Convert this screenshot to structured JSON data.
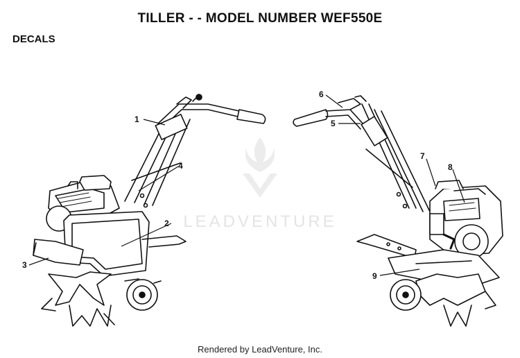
{
  "page": {
    "title": "TILLER - - MODEL NUMBER WEF550E",
    "section": "DECALS",
    "footer": "Rendered by LeadVenture, Inc.",
    "watermark": "LEADVENTURE"
  },
  "callouts": [
    {
      "number": "1"
    },
    {
      "number": "2"
    },
    {
      "number": "3"
    },
    {
      "number": "4"
    },
    {
      "number": "5"
    },
    {
      "number": "6"
    },
    {
      "number": "7"
    },
    {
      "number": "8"
    },
    {
      "number": "9"
    }
  ],
  "colors": {
    "ink": "#111111",
    "watermark": "#e4e4e4"
  }
}
